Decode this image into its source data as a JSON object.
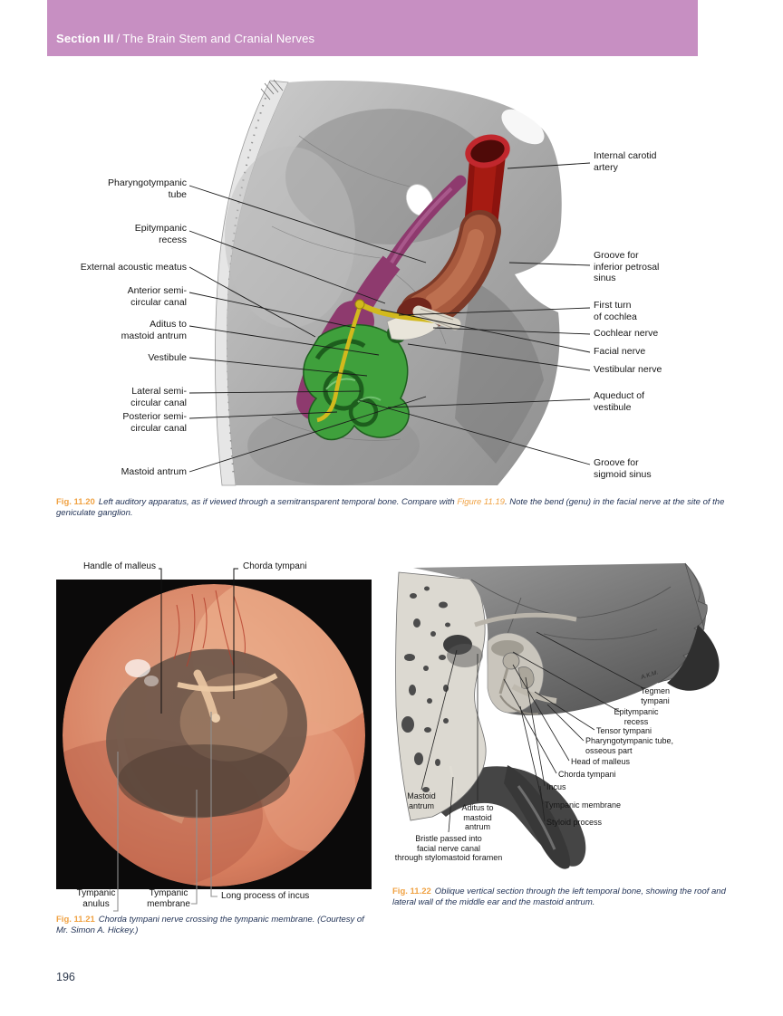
{
  "header": {
    "section_label": "Section III",
    "separator": "/",
    "section_title": "The Brain Stem and Cranial Nerves"
  },
  "page_number": "196",
  "colors": {
    "header_bar": "#c78fc2",
    "fig_label_orange": "#f0a243",
    "caption_text": "#233457",
    "artery_red": "#9e1710",
    "tube_purple": "#8e3a6e",
    "labyrinth_green": "#3fa03c",
    "nerve_yellow": "#d2b91d"
  },
  "fig_11_20": {
    "labels_left": [
      "Pharyngotympanic\ntube",
      "Epitympanic\nrecess",
      "External acoustic meatus",
      "Anterior semi-\ncircular canal",
      "Aditus to\nmastoid antrum",
      "Vestibule",
      "Lateral semi-\ncircular canal",
      "Posterior semi-\ncircular canal",
      "Mastoid antrum"
    ],
    "labels_right": [
      "Internal carotid\nartery",
      "Groove for\ninferior petrosal\nsinus",
      "First turn\nof cochlea",
      "Cochlear nerve",
      "Facial nerve",
      "Vestibular nerve",
      "Aqueduct of\nvestibule",
      "Groove for\nsigmoid sinus"
    ],
    "caption_label": "Fig. 11.20",
    "caption_text_1": "Left auditory apparatus, as if viewed through a semitransparent temporal bone. Compare with ",
    "caption_link": "Figure 11.19",
    "caption_text_2": ". Note the bend (genu) in the facial nerve at the site of the geniculate ganglion."
  },
  "fig_11_21": {
    "labels_top": [
      "Handle of malleus",
      "Chorda tympani"
    ],
    "labels_bottom": [
      "Tympanic\nanulus",
      "Tympanic\nmembrane",
      "Long process of incus"
    ],
    "caption_label": "Fig. 11.21",
    "caption_text": "Chorda tympani nerve crossing the tympanic membrane. (Courtesy of Mr. Simon A. Hickey.)"
  },
  "fig_11_22": {
    "labels": [
      "Tegmen\ntympani",
      "Epitympanic\nrecess",
      "Tensor tympani",
      "Pharyngotympanic tube,\nosseous part",
      "Head of malleus",
      "Chorda tympani",
      "Incus",
      "Tympanic membrane",
      "Styloid process",
      "Mastoid\nantrum",
      "Aditus to\nmastoid\nantrum",
      "Bristle passed into\nfacial nerve canal\nthrough stylomastoid foramen"
    ],
    "signature": "A.K.M.",
    "caption_label": "Fig. 11.22",
    "caption_text": "Oblique vertical section through the left temporal bone, showing the roof and lateral wall of the middle ear and the mastoid antrum."
  }
}
